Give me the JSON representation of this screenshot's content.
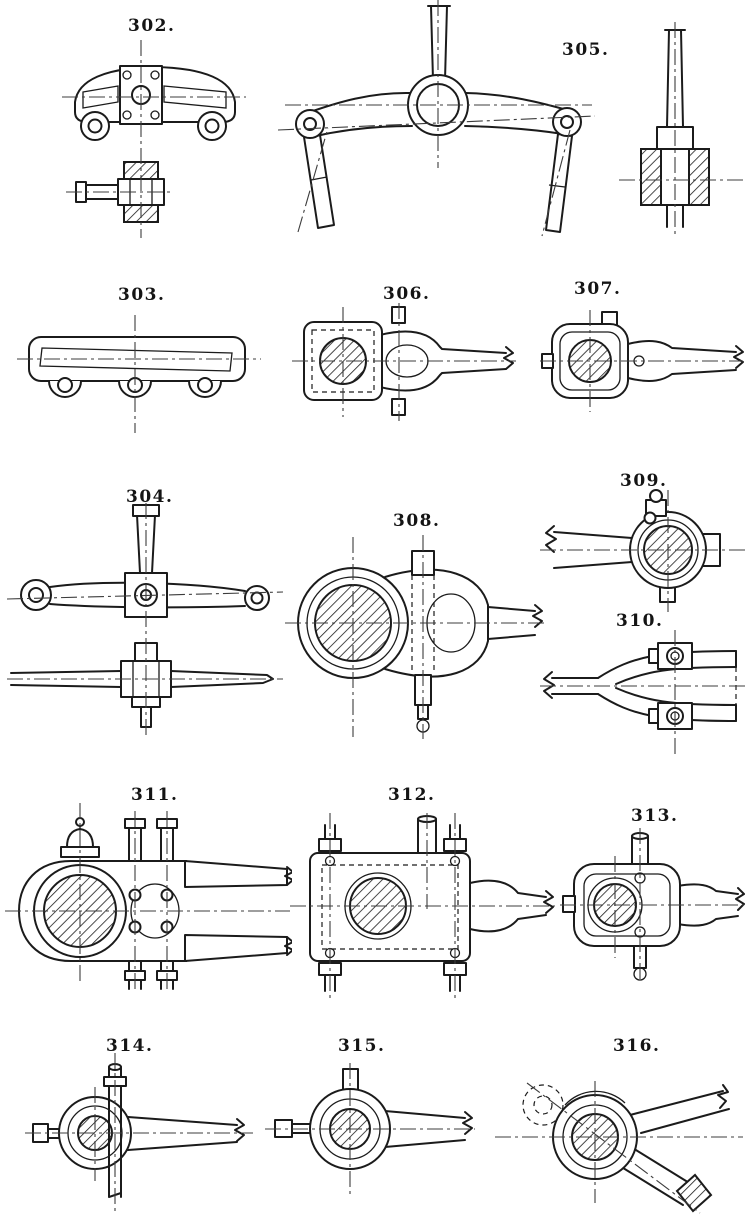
{
  "page": {
    "type": "engraving-plate",
    "paper_color": "#ffffff",
    "ink_color": "#1b1b1b",
    "figure_count": 15
  },
  "figures": [
    {
      "id": "302",
      "label": "302.",
      "depicts": "curved bracket with bolt holes, square centre plate and small bolt section below"
    },
    {
      "id": "303",
      "label": "303.",
      "depicts": "long curved bar with three lug holes on the underside"
    },
    {
      "id": "304",
      "label": "304.",
      "depicts": "lever arm with centre boss and upright shaft, plan and side views"
    },
    {
      "id": "305",
      "label": "305.",
      "depicts": "yoke lever with central boss, two eye ends and fork links; side section at right"
    },
    {
      "id": "306",
      "label": "306.",
      "depicts": "square strap rod end with hatched pin section and cotter"
    },
    {
      "id": "307",
      "label": "307.",
      "depicts": "round-cornered strap rod end with hatched pin section"
    },
    {
      "id": "308",
      "label": "308.",
      "depicts": "large strap rod end with big hatched boss, slot and vertical cotter"
    },
    {
      "id": "309",
      "label": "309.",
      "depicts": "eye rod end with hatched pin and top clamp fitting"
    },
    {
      "id": "310",
      "label": "310.",
      "depicts": "forked clevis rod end with bolted prongs"
    },
    {
      "id": "311",
      "label": "311.",
      "depicts": "open strap rod end with oil cup, twin through-bolts and hatched boss"
    },
    {
      "id": "312",
      "label": "312.",
      "depicts": "square strap rod end with twin bolts, top pipe and hatched pin"
    },
    {
      "id": "313",
      "label": "313.",
      "depicts": "small strap rod end with vertical pin and hatched boss"
    },
    {
      "id": "314",
      "label": "314.",
      "depicts": "small eye rod end with long vertical pin"
    },
    {
      "id": "315",
      "label": "315.",
      "depicts": "round eye rod end with hatched pin and side bolt"
    },
    {
      "id": "316",
      "label": "316.",
      "depicts": "eye rod end with angled cottered arm and phantom circle"
    }
  ]
}
